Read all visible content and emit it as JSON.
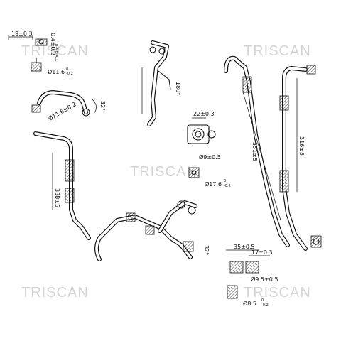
{
  "watermark": "TRISCAN",
  "dimensions": {
    "d1": "19±0.3",
    "d2": "0.4±0.2",
    "d3": "Ø11.6",
    "d4": "Ø11.6±0.2",
    "d5": "32°",
    "d6": "180°",
    "d7": "22±0.3",
    "d8": "Ø9±0.5",
    "d9": "Ø17.6",
    "d10": "338±5",
    "d11": "351±5",
    "d12": "316±5",
    "d13": "35±0.5",
    "d14": "17±0.3",
    "d15": "Ø9.5±0.5",
    "d16": "Ø8.5",
    "d17": "32°",
    "tol_upper": "0",
    "tol_lower": "-0.2"
  },
  "notes": {
    "n1": "R-METALL"
  }
}
